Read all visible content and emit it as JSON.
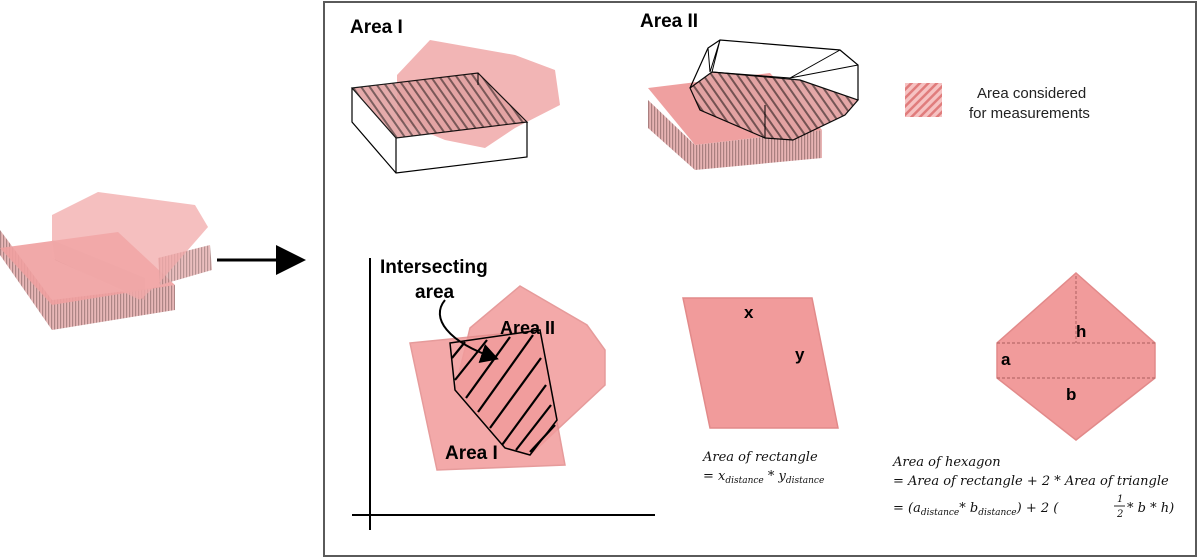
{
  "top_labels": {
    "area_1": "Area I",
    "area_2": "Area II"
  },
  "legend": {
    "line1": "Area considered",
    "line2": "for measurements"
  },
  "intersection_plot": {
    "callout_line1": "Intersecting",
    "callout_line2": "area",
    "label_area_1": "Area I",
    "label_area_2": "Area II"
  },
  "rectangle": {
    "label_x": "x",
    "label_y": "y",
    "formula_line1": "Area of rectangle",
    "formula_line2_eq": "= x",
    "formula_line2_sub1": "distance",
    "formula_line2_mid": " * y",
    "formula_line2_sub2": "distance"
  },
  "hexagon": {
    "label_h": "h",
    "label_a": "a",
    "label_b": "b",
    "formula_line1": "Area of hexagon",
    "formula_line2": "= Area of rectangle + 2 * Area of triangle",
    "formula_line3_a": "= (a",
    "formula_line3_sub_a": "distance",
    "formula_line3_b": "* b",
    "formula_line3_sub_b": "distance",
    "formula_line3_c": ") + 2 (",
    "formula_frac_num": "1",
    "formula_frac_den": "2",
    "formula_line3_d": " * b  * h)"
  },
  "colors": {
    "pink_fill": "#F4A9A9",
    "pink_dark": "#D98A8A",
    "hatch_side": "#C99A9A",
    "frame_border": "#5A5A5A",
    "outline": "#000000"
  }
}
